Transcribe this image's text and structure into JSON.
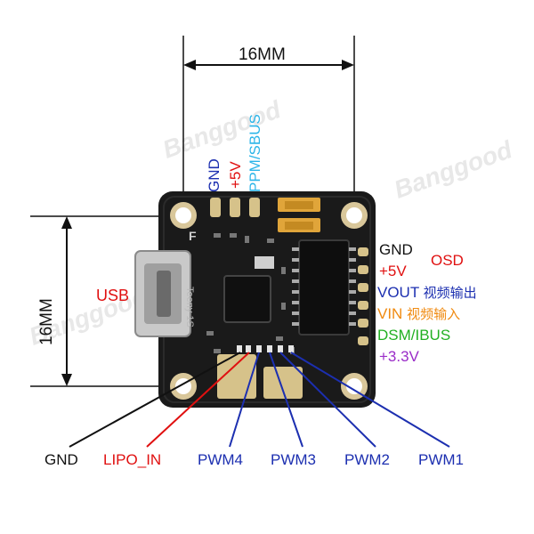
{
  "dimensions": {
    "width_label": "16MM",
    "height_label": "16MM"
  },
  "watermark": "Banggood",
  "silkscreen": {
    "brand": "F",
    "model": "Teeny 1S"
  },
  "top_pads": [
    {
      "name": "gnd",
      "text": "GND",
      "color": "#1c2fb0"
    },
    {
      "name": "5v",
      "text": "+5V",
      "color": "#e01010"
    },
    {
      "name": "ppm-sbus",
      "text": "PPM/SBUS",
      "color": "#2cb5e8"
    }
  ],
  "left_label": {
    "text": "USB",
    "color": "#e01010"
  },
  "right_pads": {
    "gnd": {
      "text": "GND",
      "color": "#111111"
    },
    "osd": {
      "text": "OSD",
      "color": "#e01010"
    },
    "v5": {
      "text": "+5V",
      "color": "#e01010"
    },
    "vout": {
      "text": "VOUT",
      "cn": "视频输出",
      "color": "#1c2fb0"
    },
    "vin": {
      "text": "VIN",
      "cn": "视频输入",
      "color": "#f08a10"
    },
    "dsm": {
      "text": "DSM/IBUS",
      "color": "#22b022"
    },
    "v33": {
      "text": "+3.3V",
      "color": "#9a2cc8"
    }
  },
  "bottom_pads": [
    {
      "name": "gnd",
      "text": "GND",
      "color": "#111111"
    },
    {
      "name": "lipo-in",
      "text": "LIPO_IN",
      "color": "#e01010"
    },
    {
      "name": "pwm4",
      "text": "PWM4",
      "color": "#1c2fb0"
    },
    {
      "name": "pwm3",
      "text": "PWM3",
      "color": "#1c2fb0"
    },
    {
      "name": "pwm2",
      "text": "PWM2",
      "color": "#1c2fb0"
    },
    {
      "name": "pwm1",
      "text": "PWM1",
      "color": "#1c2fb0"
    }
  ]
}
